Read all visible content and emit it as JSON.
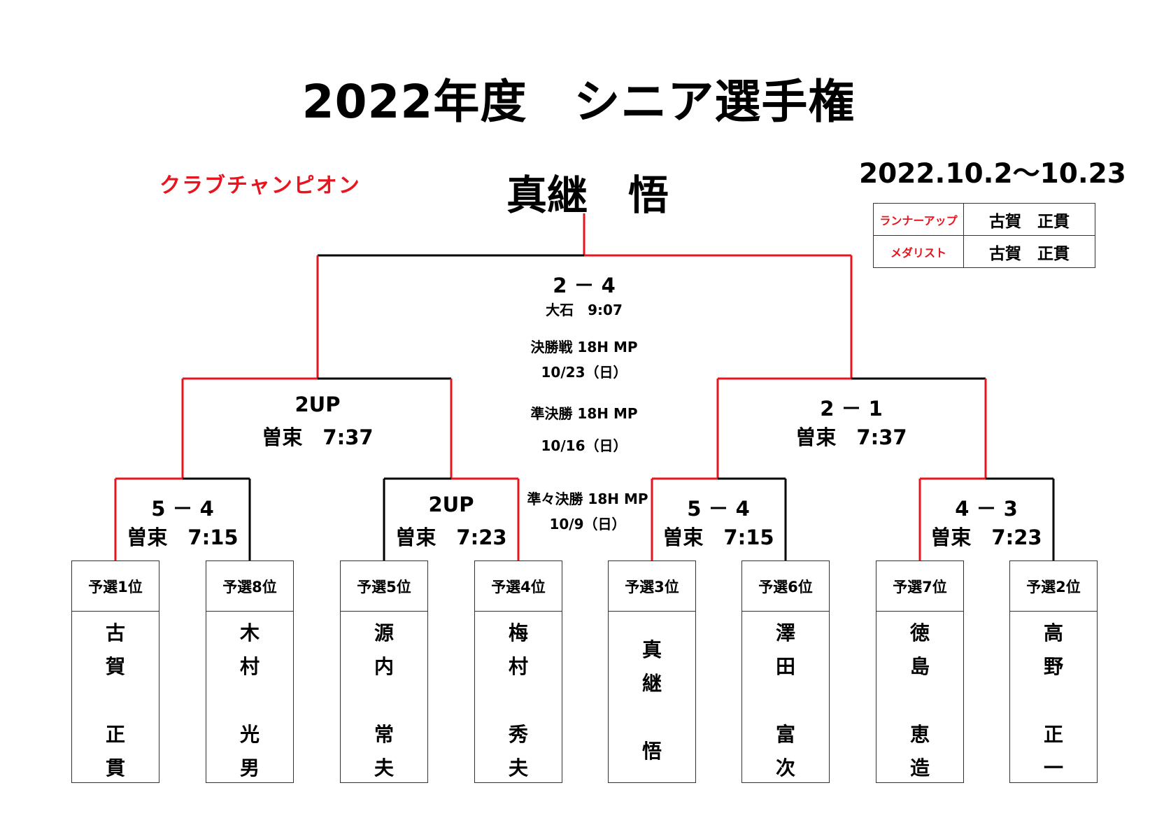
{
  "title": "2022年度　シニア選手権",
  "club_champion_label": "クラブチャンピオン",
  "champion_name": "真継　悟",
  "date_range": "2022.10.2～10.23",
  "awards": [
    {
      "label": "ランナーアップ",
      "name": "古賀　正貫"
    },
    {
      "label": "メダリスト",
      "name": "古賀　正貫"
    }
  ],
  "final": {
    "score": "2 － 4",
    "time": "大石　9:07",
    "round_label": "決勝戦 18H MP",
    "round_date": "10/23（日）"
  },
  "semifinal_info": {
    "round_label": "準決勝 18H MP",
    "round_date": "10/16（日）"
  },
  "quarterfinal_info": {
    "round_label": "準々決勝 18H MP",
    "round_date": "10/9（日）"
  },
  "semifinals": [
    {
      "score": "2UP",
      "time": "曽束　7:37"
    },
    {
      "score": "2 － 1",
      "time": "曽束　7:37"
    }
  ],
  "quarterfinals": [
    {
      "score": "5 － 4",
      "time": "曽束　7:15"
    },
    {
      "score": "2UP",
      "time": "曽束　7:23"
    },
    {
      "score": "5 － 4",
      "time": "曽束　7:15"
    },
    {
      "score": "4 － 3",
      "time": "曽束　7:23"
    }
  ],
  "players": [
    {
      "seed": "予選1位",
      "name": [
        "古",
        "賀",
        "正",
        "貫"
      ]
    },
    {
      "seed": "予選8位",
      "name": [
        "木",
        "村",
        "光",
        "男"
      ]
    },
    {
      "seed": "予選5位",
      "name": [
        "源",
        "内",
        "常",
        "夫"
      ]
    },
    {
      "seed": "予選4位",
      "name": [
        "梅",
        "村",
        "秀",
        "夫"
      ]
    },
    {
      "seed": "予選3位",
      "name": [
        "真",
        "継",
        "悟"
      ]
    },
    {
      "seed": "予選6位",
      "name": [
        "澤",
        "田",
        "富",
        "次"
      ]
    },
    {
      "seed": "予選7位",
      "name": [
        "徳",
        "島",
        "恵",
        "造"
      ]
    },
    {
      "seed": "予選2位",
      "name": [
        "高",
        "野",
        "正",
        "一"
      ]
    }
  ],
  "colors": {
    "winner_line": "#e8141e",
    "loser_line": "#000000",
    "accent_text": "#e8141e"
  }
}
